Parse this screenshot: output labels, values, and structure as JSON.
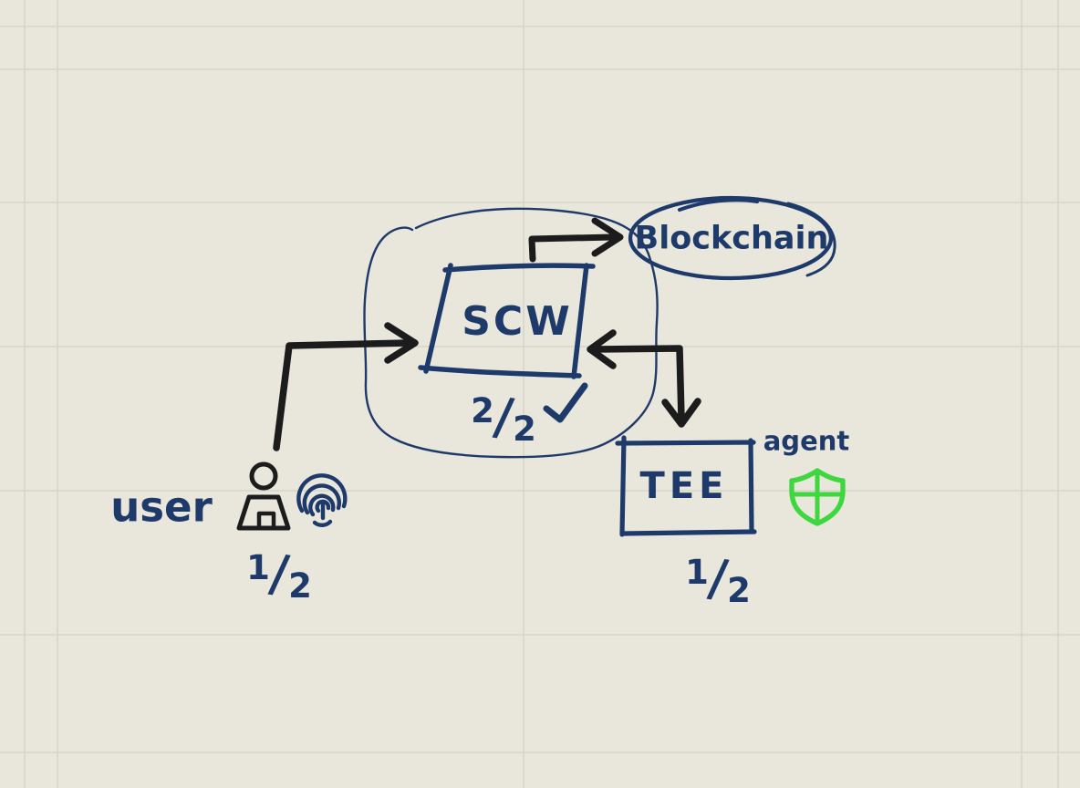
{
  "canvas": {
    "background": "#E9E6DB",
    "grid_color": "#D5D1C6"
  },
  "colors": {
    "ink_navy": "#1E3A6B",
    "ink_black": "#1C1C1C",
    "agent_green": "#3FD73F"
  },
  "nodes": {
    "user": {
      "label": "user",
      "share": {
        "num": "1",
        "slash": "/",
        "den": "2"
      },
      "icons": [
        "person-icon",
        "fingerprint-icon"
      ]
    },
    "scw": {
      "label": "SCW",
      "threshold": {
        "num": "2",
        "slash": "/",
        "den": "2"
      },
      "icons": [
        "checkmark-icon"
      ]
    },
    "blockchain": {
      "label": "Blockchain"
    },
    "tee": {
      "label": "TEE",
      "share": {
        "num": "1",
        "slash": "/",
        "den": "2"
      },
      "agent": {
        "label": "agent",
        "icons": [
          "shield-icon"
        ]
      }
    }
  }
}
